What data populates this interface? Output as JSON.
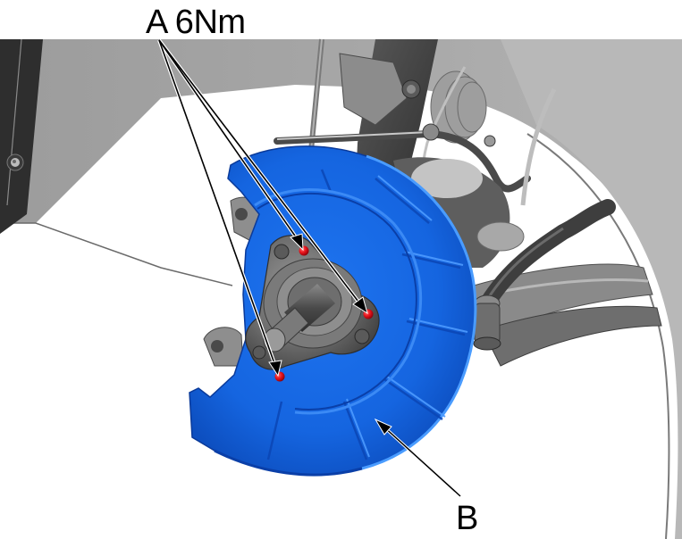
{
  "diagram": {
    "type": "exploded-assembly-illustration",
    "subject": "Front wheel hub with brake disc splash shield",
    "callouts": [
      {
        "id": "A",
        "label": "A 6Nm",
        "part": "splash-shield-bolt",
        "torque": "6Nm",
        "count": 3,
        "marker_color": "#e8141c"
      },
      {
        "id": "B",
        "label": "B",
        "part": "brake-splash-shield",
        "color": "#1565e0"
      }
    ]
  },
  "colors": {
    "background": "#ffffff",
    "wheel_arch": "#a3a3a3",
    "shield": "#1565e0",
    "shield_highlight": "#3d8cf5",
    "shield_shadow": "#0a3fa8",
    "hub": "#6e6e6e",
    "bolt_marker": "#e8141c",
    "leader_line": "#000000"
  }
}
